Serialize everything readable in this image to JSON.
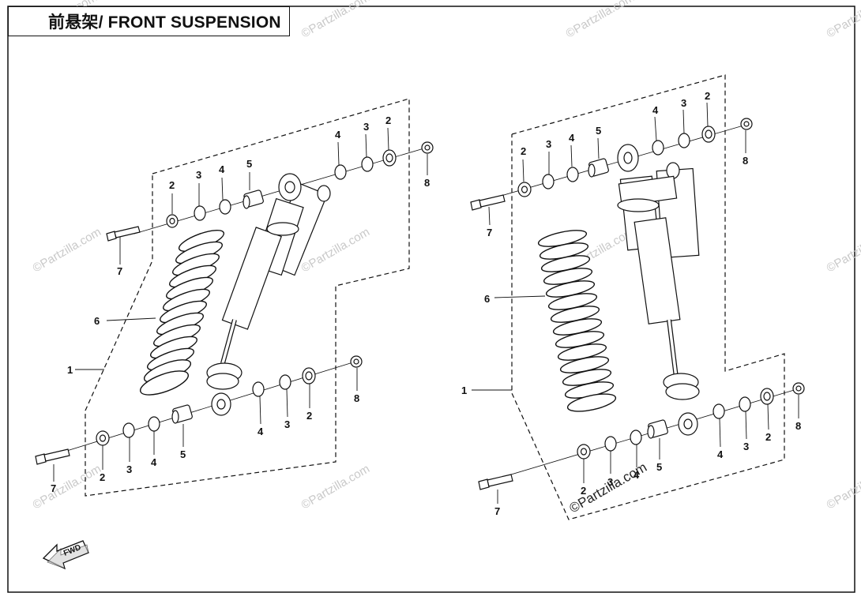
{
  "title": "前悬架/ FRONT SUSPENSION",
  "watermark": "©Partzilla.com",
  "fwd_label": "FWD",
  "left_assembly": {
    "callouts": [
      {
        "id": "l-1",
        "label": "1"
      },
      {
        "id": "l-6",
        "label": "6"
      },
      {
        "id": "l-7a",
        "label": "7"
      },
      {
        "id": "l-2a",
        "label": "2"
      },
      {
        "id": "l-3a",
        "label": "3"
      },
      {
        "id": "l-4a",
        "label": "4"
      },
      {
        "id": "l-5a",
        "label": "5"
      },
      {
        "id": "l-4b",
        "label": "4"
      },
      {
        "id": "l-3b",
        "label": "3"
      },
      {
        "id": "l-2b",
        "label": "2"
      },
      {
        "id": "l-8a",
        "label": "8"
      },
      {
        "id": "l-7b",
        "label": "7"
      },
      {
        "id": "l-2c",
        "label": "2"
      },
      {
        "id": "l-3c",
        "label": "3"
      },
      {
        "id": "l-4c",
        "label": "4"
      },
      {
        "id": "l-5b",
        "label": "5"
      },
      {
        "id": "l-4d",
        "label": "4"
      },
      {
        "id": "l-3d",
        "label": "3"
      },
      {
        "id": "l-2d",
        "label": "2"
      },
      {
        "id": "l-8b",
        "label": "8"
      }
    ]
  },
  "right_assembly": {
    "callouts": [
      {
        "id": "r-1",
        "label": "1"
      },
      {
        "id": "r-6",
        "label": "6"
      },
      {
        "id": "r-7a",
        "label": "7"
      },
      {
        "id": "r-2a",
        "label": "2"
      },
      {
        "id": "r-3a",
        "label": "3"
      },
      {
        "id": "r-4a",
        "label": "4"
      },
      {
        "id": "r-5a",
        "label": "5"
      },
      {
        "id": "r-4b",
        "label": "4"
      },
      {
        "id": "r-3b",
        "label": "3"
      },
      {
        "id": "r-2b",
        "label": "2"
      },
      {
        "id": "r-8a",
        "label": "8"
      },
      {
        "id": "r-7b",
        "label": "7"
      },
      {
        "id": "r-2c",
        "label": "2"
      },
      {
        "id": "r-3c",
        "label": "3"
      },
      {
        "id": "r-4c",
        "label": "4"
      },
      {
        "id": "r-5b",
        "label": "5"
      },
      {
        "id": "r-4d",
        "label": "4"
      },
      {
        "id": "r-3d",
        "label": "3"
      },
      {
        "id": "r-2d",
        "label": "2"
      },
      {
        "id": "r-8b",
        "label": "8"
      }
    ]
  }
}
